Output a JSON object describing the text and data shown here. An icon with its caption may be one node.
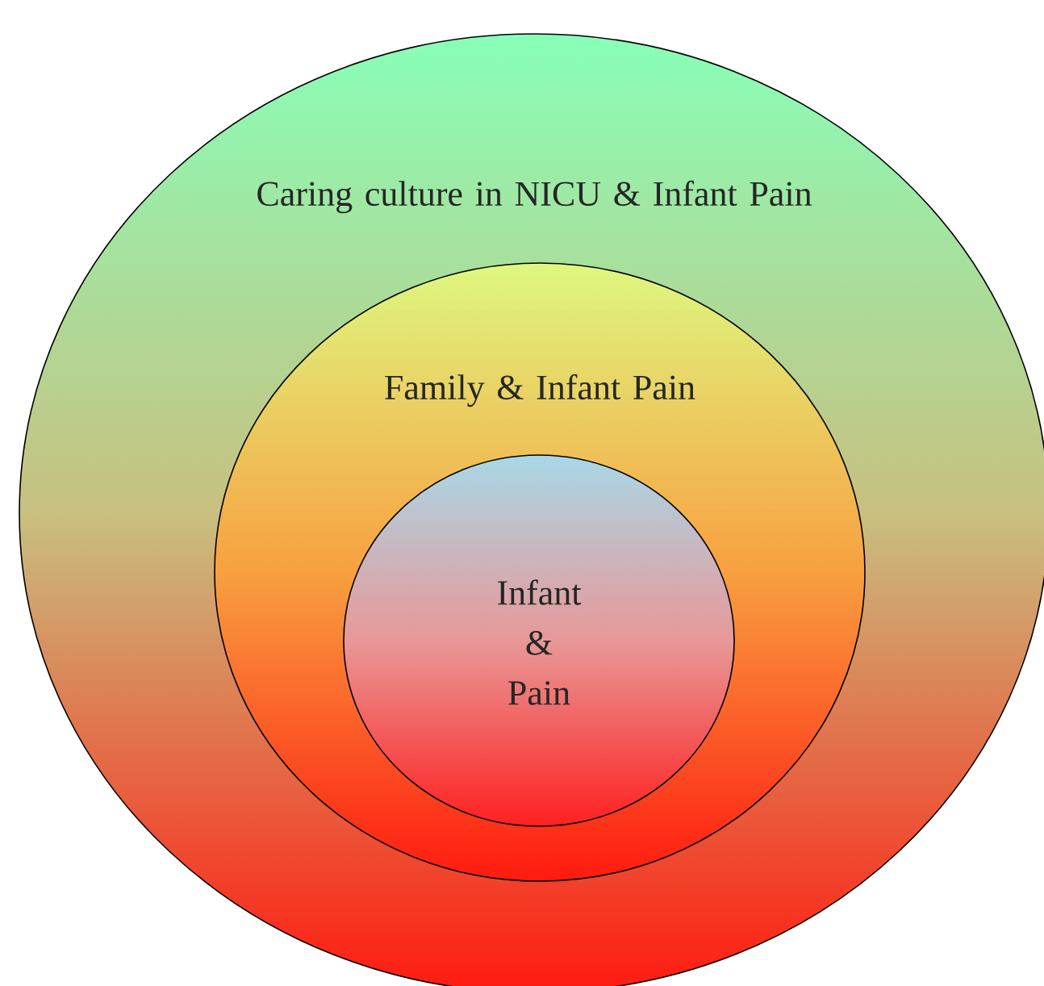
{
  "diagram": {
    "nodes": [
      {
        "text": [
          "Caring culture in NICU & Infant Pain"
        ]
      },
      {
        "text": [
          "Family & Infant Pain"
        ],
        "in": 0
      },
      {
        "text": [
          "Infant & Pain"
        ],
        "in": 1
      }
    ]
  }
}
